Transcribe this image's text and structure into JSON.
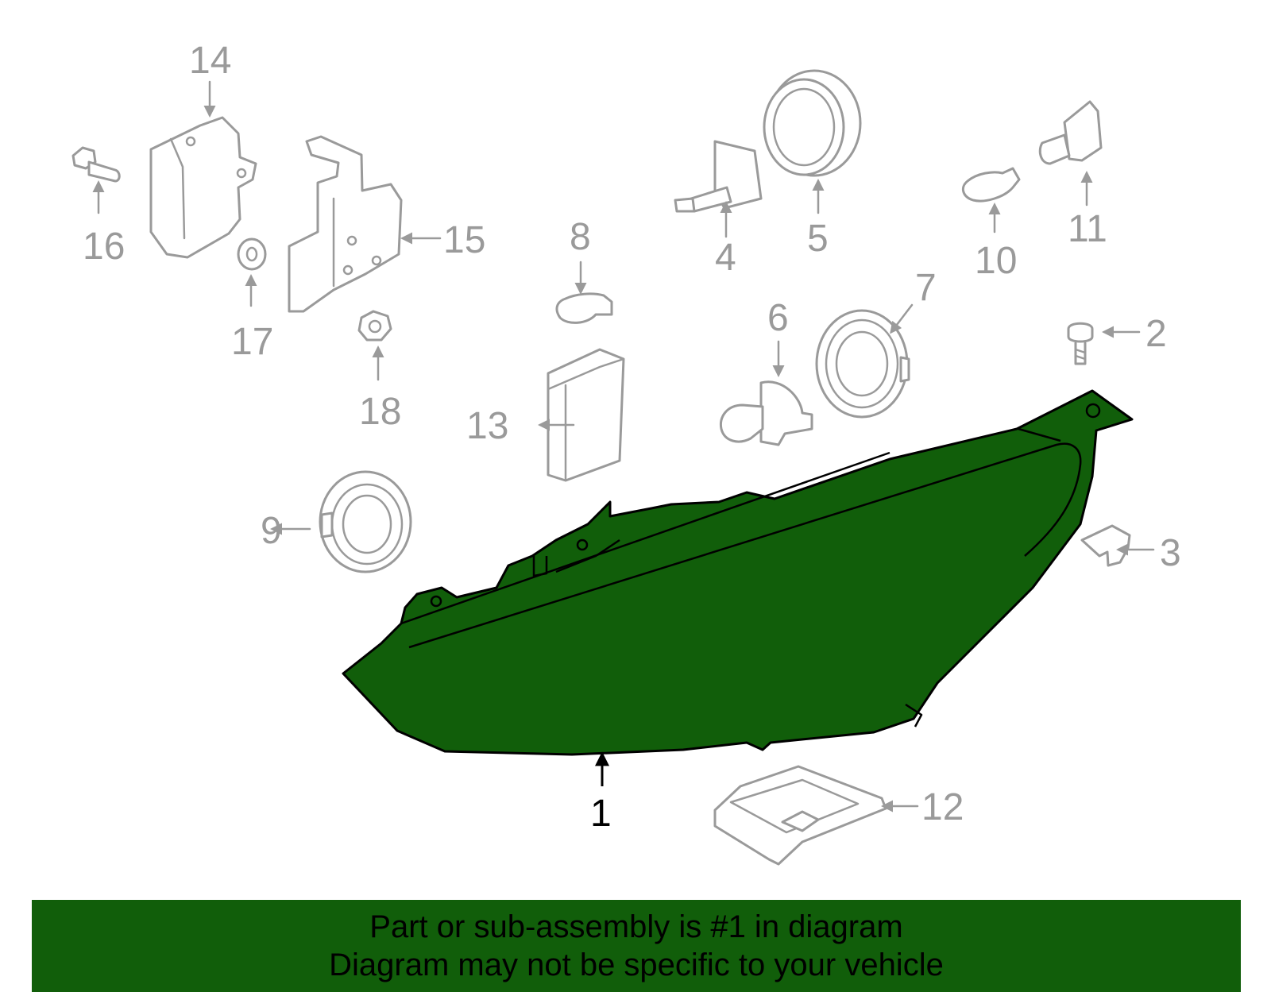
{
  "callouts": {
    "c1": "1",
    "c2": "2",
    "c3": "3",
    "c4": "4",
    "c5": "5",
    "c6": "6",
    "c7": "7",
    "c8": "8",
    "c9": "9",
    "c10": "10",
    "c11": "11",
    "c12": "12",
    "c13": "13",
    "c14": "14",
    "c15": "15",
    "c16": "16",
    "c17": "17",
    "c18": "18"
  },
  "banner": {
    "line1": "Part or sub-assembly is #1 in diagram",
    "line2": "Diagram may not be specific to your vehicle"
  },
  "colors": {
    "highlight": "#115e0a",
    "part_outline": "#9a9a9a",
    "banner_bg": "#115e0a"
  }
}
